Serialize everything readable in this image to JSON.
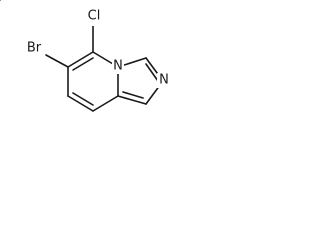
{
  "molecule": {
    "atoms": {
      "chlorine": "Cl",
      "bromine": "Br",
      "bridgehead_nitrogen": "N",
      "imidazole_nitrogen": "N"
    },
    "bond_color": "#1a1a1a",
    "label_color": "#1a1a1a"
  }
}
